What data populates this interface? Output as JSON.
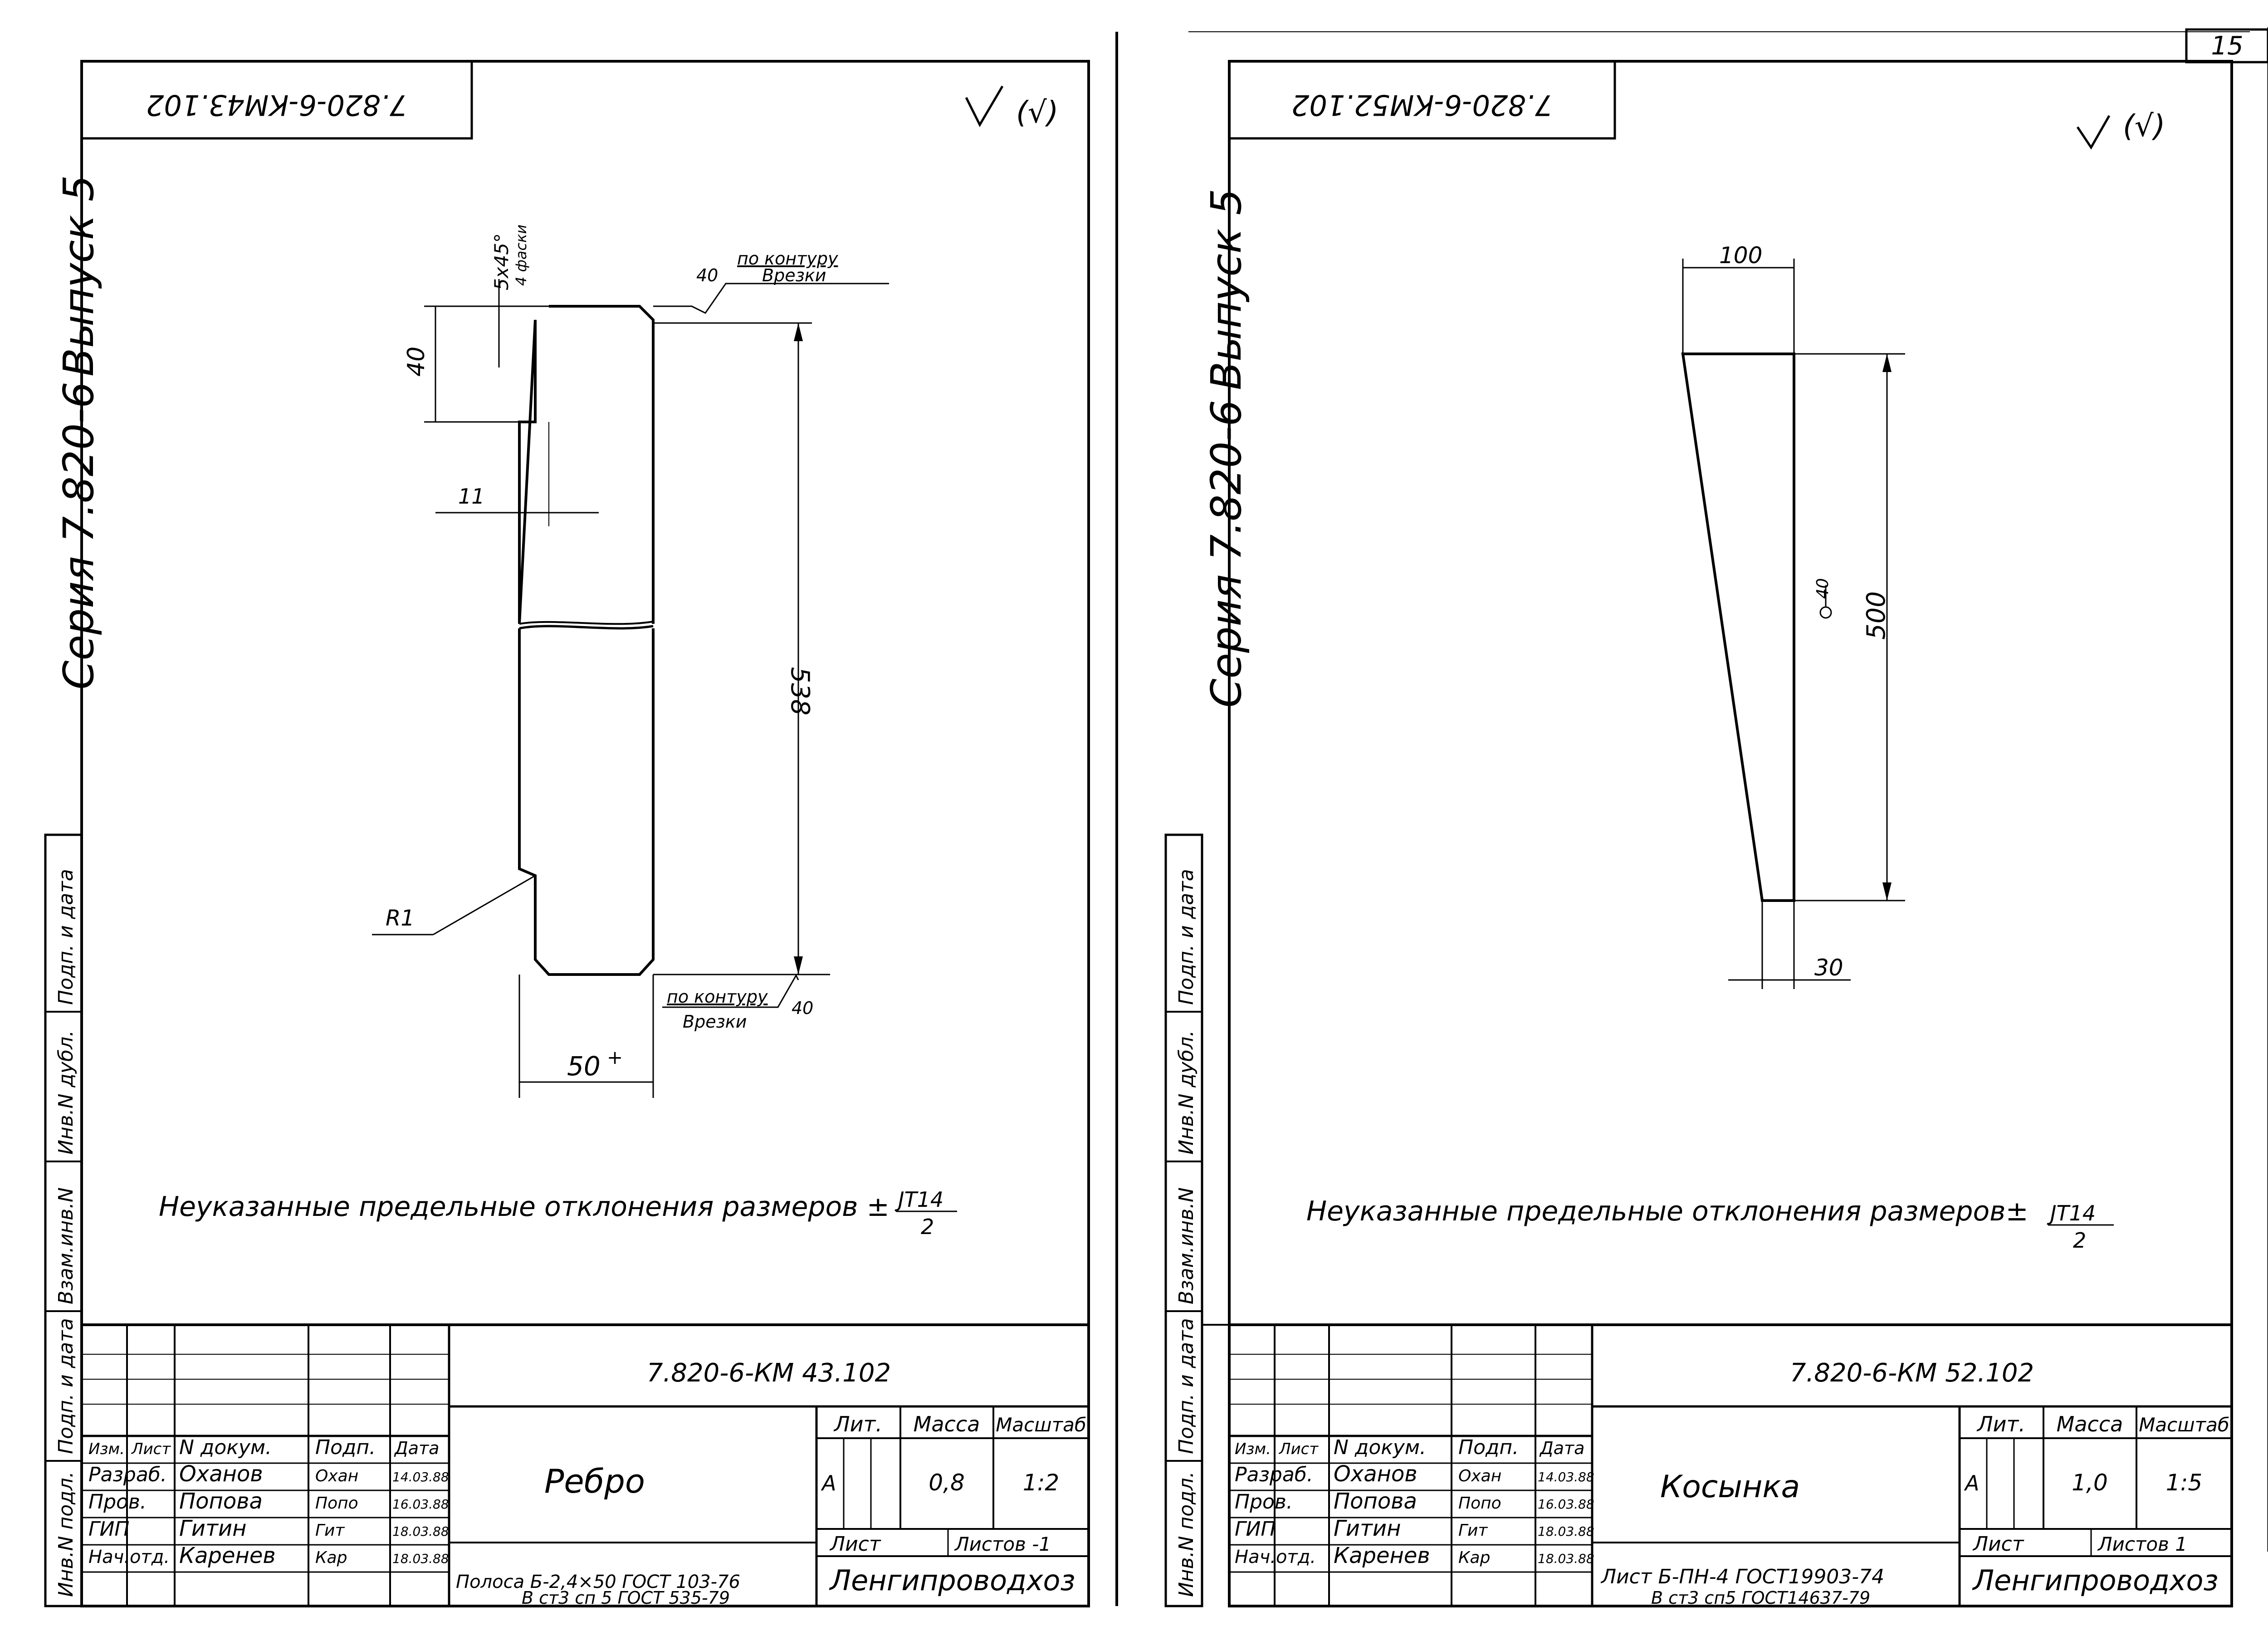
{
  "page_number": "15",
  "left": {
    "code_box": "7.820-6-КМ43.102",
    "roughness": "(√)",
    "side_series": "Серия  7.820-6",
    "side_issue": "Выпуск 5",
    "side_fields": [
      "Подп. и дата",
      "Инв.N дубл.",
      "Взам.инв.N",
      "Подп. и дата",
      "Инв.N подл."
    ],
    "dim_chamfer": "5x45°",
    "dim_chamfer_note": "4 фаски",
    "dim_40": "40",
    "dim_11": "11",
    "dim_538": "538",
    "dim_r1": "R1",
    "dim_50": "50",
    "dim_50_suffix": "+",
    "weld_40": "40",
    "contour_note": "по контуру",
    "cut_note": "Врезки",
    "note_text": "Неуказанные  предельные  отклонения  размеров ±",
    "note_fraction_top": "JT14",
    "note_fraction_bottom": "2",
    "title": {
      "doc_code": "7.820-6-КМ 43.102",
      "name": "Ребро",
      "hdr_lit": "Лит.",
      "hdr_mass": "Масса",
      "hdr_scale": "Масштаб",
      "lit": "А",
      "mass": "0,8",
      "scale": "1:2",
      "sheet_label": "Лист",
      "sheets_label": "Листов -1",
      "org": "Ленгипроводхоз",
      "material": "Полоса Б-2,4×50 ГОСТ 103-76",
      "material_line2": "В ст3 сп 5 ГОСТ 535-79",
      "hdr_cols": [
        "Изм.",
        "Лист",
        "N докум.",
        "Подп.",
        "Дата"
      ],
      "rows": [
        {
          "role": "Разраб.",
          "name": "Оханов",
          "sign": "Охан",
          "date": "14.03.88"
        },
        {
          "role": "Пров.",
          "name": "Попова",
          "sign": "Попо",
          "date": "16.03.88"
        },
        {
          "role": "ГИП",
          "name": "Гитин",
          "sign": "Гит",
          "date": "18.03.88"
        },
        {
          "role": "Нач.отд.",
          "name": "Каренев",
          "sign": "Кар",
          "date": "18.03.88"
        }
      ]
    }
  },
  "right": {
    "code_box": "7.820-6-КМ52.102",
    "roughness": "(√)",
    "side_series": "Серия  7.820-6",
    "side_issue": "Выпуск 5",
    "side_fields": [
      "Подп. и дата",
      "Инв.N дубл.",
      "Взам.инв.N",
      "Подп. и дата",
      "Инв.N подл."
    ],
    "dim_100": "100",
    "dim_500": "500",
    "dim_30": "30",
    "weld_40": "40",
    "note_text": "Неуказанные  предельные  отклонения  размеров±",
    "note_fraction_top": "JT14",
    "note_fraction_bottom": "2",
    "title": {
      "doc_code": "7.820-6-КМ 52.102",
      "name": "Косынка",
      "hdr_lit": "Лит.",
      "hdr_mass": "Масса",
      "hdr_scale": "Масштаб",
      "lit": "А",
      "mass": "1,0",
      "scale": "1:5",
      "sheet_label": "Лист",
      "sheets_label": "Листов 1",
      "org": "Ленгипроводхоз",
      "material": "Лист Б-ПН-4 ГОСТ19903-74",
      "material_line2": "В ст3 сп5 ГОСТ14637-79",
      "hdr_cols": [
        "Изм.",
        "Лист",
        "N докум.",
        "Подп.",
        "Дата"
      ],
      "rows": [
        {
          "role": "Разраб.",
          "name": "Оханов",
          "sign": "Охан",
          "date": "14.03.88"
        },
        {
          "role": "Пров.",
          "name": "Попова",
          "sign": "Попо",
          "date": "16.03.88"
        },
        {
          "role": "ГИП",
          "name": "Гитин",
          "sign": "Гит",
          "date": "18.03.88"
        },
        {
          "role": "Нач.отд.",
          "name": "Каренев",
          "sign": "Кар",
          "date": "18.03.88"
        }
      ]
    }
  }
}
